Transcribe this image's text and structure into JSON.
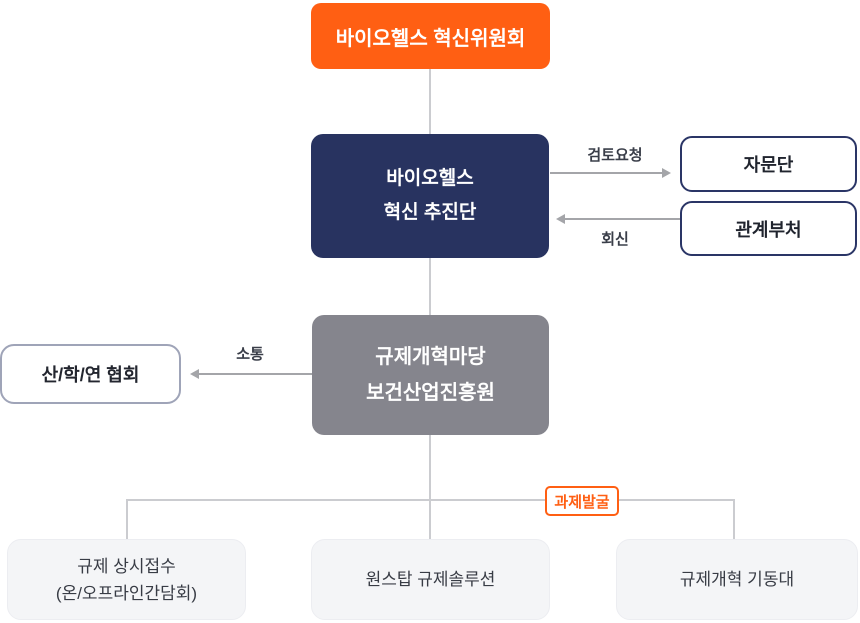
{
  "colors": {
    "orange": "#FF5F13",
    "navy": "#283360",
    "gray": "#85858D",
    "line": "#CBCCD0",
    "arrow": "#A4A5A9",
    "light-fill": "#F4F5F7",
    "dark-text": "#383C45",
    "label-text": "#3A3E49",
    "assoc-border": "#9FA4B8",
    "outline-border": "#2A3566"
  },
  "diagram": {
    "committee": {
      "label": "바이오헬스 혁신위원회"
    },
    "taskforce": {
      "line1": "바이오헬스",
      "line2": "혁신 추진단"
    },
    "advisory": {
      "label": "자문단"
    },
    "ministries": {
      "label": "관계부처"
    },
    "reform_center": {
      "line1": "규제개혁마당",
      "line2": "보건산업진흥원"
    },
    "association": {
      "label": "산/학/연 협회"
    },
    "intake": {
      "line1": "규제 상시접수",
      "line2": "(온/오프라인간담회)"
    },
    "onestop": {
      "label": "원스탑 규제솔루션"
    },
    "reform_squad": {
      "label": "규제개혁 기동대"
    },
    "edges": {
      "review_request": "검토요청",
      "reply": "회신",
      "communication": "소통",
      "task_discovery": "과제발굴"
    }
  }
}
